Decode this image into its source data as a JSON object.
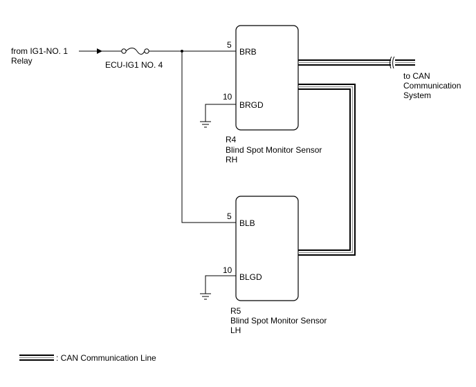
{
  "source": {
    "label_line1": "from IG1-NO. 1",
    "label_line2": "Relay"
  },
  "fuse": {
    "label": "ECU-IG1 NO. 4"
  },
  "components": [
    {
      "id": "R4",
      "name_line1": "Blind Spot Monitor Sensor",
      "name_line2": "RH",
      "pins": [
        {
          "number": "5",
          "name": "BRB"
        },
        {
          "number": "10",
          "name": "BRGD"
        }
      ]
    },
    {
      "id": "R5",
      "name_line1": "Blind Spot Monitor Sensor",
      "name_line2": "LH",
      "pins": [
        {
          "number": "5",
          "name": "BLB"
        },
        {
          "number": "10",
          "name": "BLGD"
        }
      ]
    }
  ],
  "can_destination": {
    "line1": "to CAN",
    "line2": "Communication",
    "line3": "System"
  },
  "legend": {
    "label": ": CAN Communication Line"
  },
  "colors": {
    "wire": "#000000",
    "can_outer": "#000000",
    "can_inner": "#9a9a9a"
  }
}
